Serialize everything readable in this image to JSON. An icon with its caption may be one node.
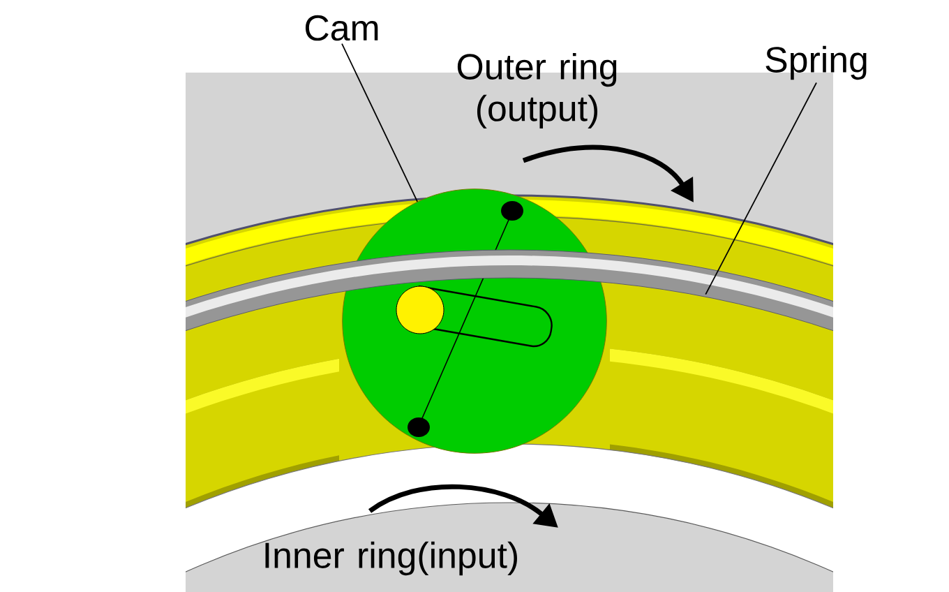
{
  "diagram": {
    "nodes": [
      {
        "text": [
          "Cam"
        ]
      },
      {
        "text": [],
        "shape": "circle"
      },
      {
        "text": [
          "Spring"
        ]
      },
      {
        "text": [],
        "shape": "picture"
      }
    ],
    "edges": [
      {
        "from": 0,
        "to": 1,
        "arrow": "none"
      },
      {
        "from": 2,
        "to": 3,
        "arrow": "none"
      }
    ],
    "labels": [
      "Outer ring (output)",
      "Inner ring(input)"
    ]
  }
}
